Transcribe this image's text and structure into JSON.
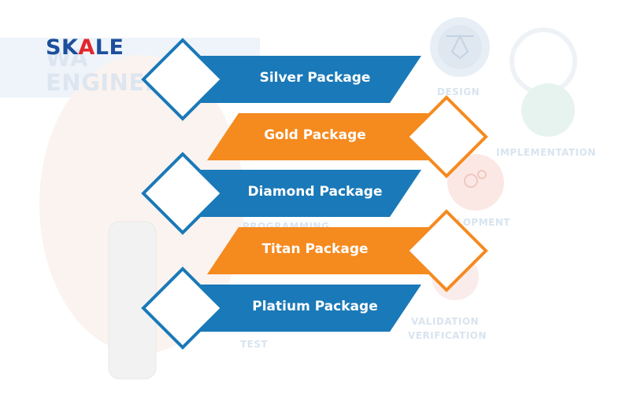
{
  "brand": {
    "logo_prefix": "SK",
    "logo_accent": "A",
    "logo_suffix": "LE",
    "primary_color": "#1c4f9c",
    "accent_color": "#e3262b"
  },
  "background": {
    "heading_line1": "WA",
    "heading_line2": "ENGINEE",
    "labels": {
      "design": "DESIGN",
      "implementation": "IMPLEMENTATION",
      "development": "LOPMENT",
      "programming": "PROGRAMMING",
      "validation": "VALIDATION",
      "verification": "VERIFICATION",
      "test": "TEST"
    }
  },
  "packages": [
    {
      "label": "Silver Package",
      "color": "#1a79b8"
    },
    {
      "label": "Gold Package",
      "color": "#f58a1f"
    },
    {
      "label": "Diamond Package",
      "color": "#1a79b8"
    },
    {
      "label": "Titan Package",
      "color": "#f58a1f"
    },
    {
      "label": "Platium Package",
      "color": "#1a79b8"
    }
  ],
  "icons": [
    "pen-tool-icon",
    "gears-icon"
  ]
}
